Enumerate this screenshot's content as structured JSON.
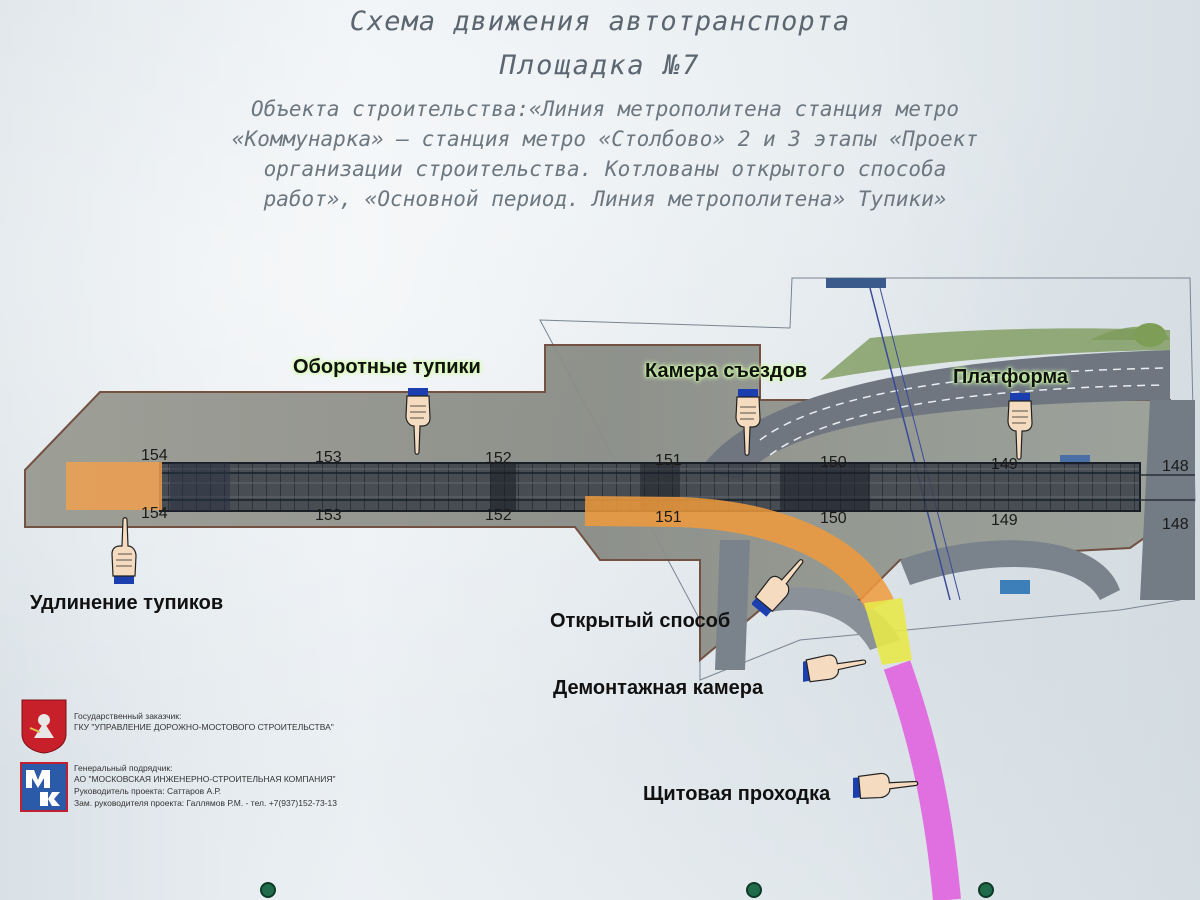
{
  "title": {
    "line1": "Схема движения автотранспорта",
    "line2": "Площадка №7"
  },
  "description": {
    "lines": [
      "Объекта строительства:«Линия метрополитена станция метро",
      "«Коммунарка» — станция метро «Столбово» 2 и 3 этапы «Проект",
      "организации строительства. Котлованы открытого способа",
      "работ», «Основной период. Линия метрополитена» Тупики»"
    ]
  },
  "pickets": {
    "top": [
      "154",
      "153",
      "152",
      "151",
      "150",
      "149",
      "148"
    ],
    "bottom": [
      "154",
      "153",
      "152",
      "151",
      "150",
      "149",
      "148"
    ]
  },
  "labels": {
    "turnaround": "Оборотные тупики",
    "junction_chamber": "Камера съездов",
    "platform": "Платформа",
    "extension": "Удлинение тупиков",
    "open_method": "Открытый способ",
    "dismantling": "Демонтажная камера",
    "shield": "Щитовая проходка"
  },
  "footer": {
    "customer_label": "Государственный заказчик:",
    "customer_name": "ГКУ \"УПРАВЛЕНИЕ ДОРОЖНО-МОСТОВОГО СТРОИТЕЛЬСТВА\"",
    "contractor_label": "Генеральный подрядчик:",
    "contractor_name": "АО \"МОСКОВСКАЯ ИНЖЕНЕРНО-СТРОИТЕЛЬНАЯ КОМПАНИЯ\"",
    "manager": "Руководитель проекта: Саттаров А.Р.",
    "deputy": "Зам. руководителя проекта: Галлямов Р.М. - тел. +7(937)152-73-13"
  },
  "icons": [
    "moscow-coat-of-arms-icon",
    "mik-logo-icon",
    "pointing-hand-icon"
  ],
  "colors": {
    "extension_zone": "#f0a050",
    "open_method_route": "#f09a3c",
    "dismantling_zone": "#e8e84a",
    "shield_route": "#e070e0",
    "label_glow": "#d6ffb0",
    "map_ground": "#8d9188",
    "tunnel_frame": "#2e3440"
  }
}
